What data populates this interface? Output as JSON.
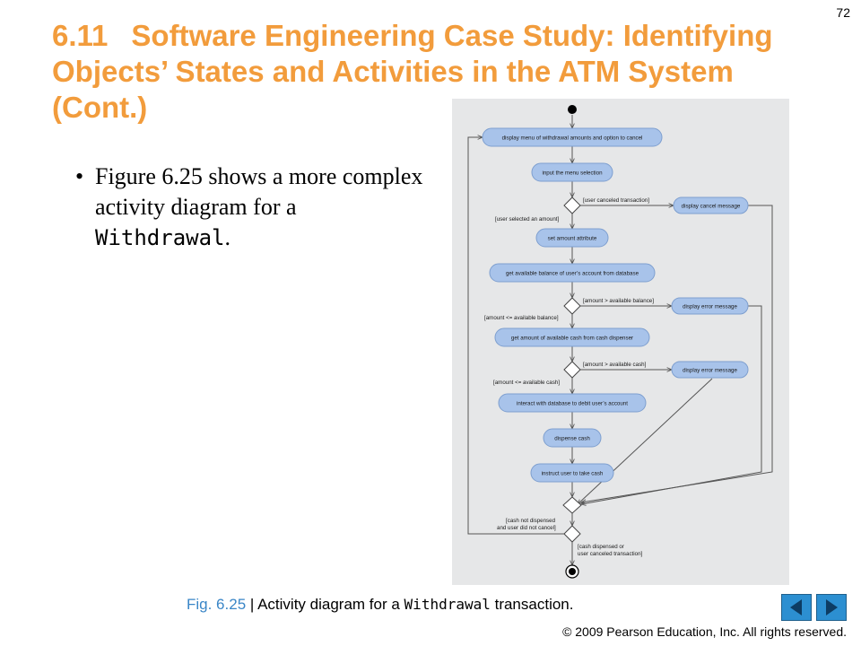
{
  "page_number": "72",
  "title": {
    "number": "6.11",
    "line1": "Software Engineering Case Study: Identifying",
    "line2": "Objects’ States and Activities in the ATM System",
    "line3": "(Cont.)"
  },
  "bullet": {
    "text_before": "Figure 6.25 shows a more complex activity diagram for a ",
    "code": "Withdrawal",
    "text_after": "."
  },
  "diagram": {
    "actions": {
      "display_menu": "display menu of withdrawal amounts and option to cancel",
      "input_selection": "input the menu selection",
      "display_cancel": "display cancel message",
      "set_amount": "set amount attribute",
      "get_balance": "get available balance of user’s account from database",
      "display_error_1": "display error message",
      "get_cash": "get amount of available cash from cash dispenser",
      "display_error_2": "display error message",
      "debit_account": "interact with database to debit user’s account",
      "dispense_cash": "dispense cash",
      "instruct_user": "instruct user to take cash"
    },
    "guards": {
      "user_canceled": "[user canceled transaction]",
      "user_selected": "[user selected an amount]",
      "amount_gt_balance": "[amount > available balance]",
      "amount_le_balance": "[amount <= available balance]",
      "amount_gt_cash": "[amount > available cash]",
      "amount_le_cash": "[amount <= available cash]",
      "not_dispensed_1": "[cash not dispensed",
      "not_dispensed_2": "and user did not cancel]",
      "dispensed_1": "[cash dispensed or",
      "dispensed_2": "user canceled transaction]"
    },
    "colors": {
      "background": "#e6e7e8",
      "action_fill": "#a8c3ea",
      "action_stroke": "#7e9fcf",
      "line": "#555555"
    }
  },
  "caption": {
    "label": "Fig. 6.25",
    "separator": " | ",
    "text_before": "Activity diagram for a ",
    "code": "Withdrawal",
    "text_after": " transaction."
  },
  "navigation": {
    "prev_icon": "left-triangle-icon",
    "next_icon": "right-triangle-icon",
    "color": "#2c8fd1"
  },
  "copyright": "© 2009 Pearson Education, Inc.  All rights reserved."
}
